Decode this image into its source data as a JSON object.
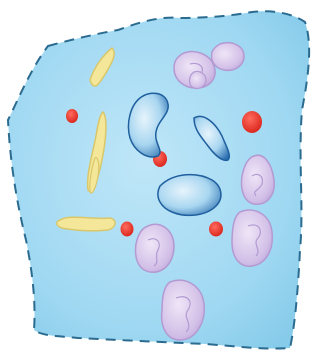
{
  "diagram": {
    "colors": {
      "background": "#ffffff",
      "cytoplasm": "#9fd8f2",
      "membrane": "#2a6b8f",
      "nucleus_fill": "#9cd0ee",
      "nucleus_edge": "#1f5f9e",
      "red_dot": "#e53026",
      "yellow_rod": "#f4e79a",
      "yellow_rod_edge": "#d9c76a",
      "purple_organelle": "#cdb7e3",
      "purple_edge": "#b39ad2"
    },
    "organelles": {
      "red_dots": 5,
      "yellow_rods": 4,
      "purple_organelles": 7,
      "blue_fragments": 3
    }
  }
}
